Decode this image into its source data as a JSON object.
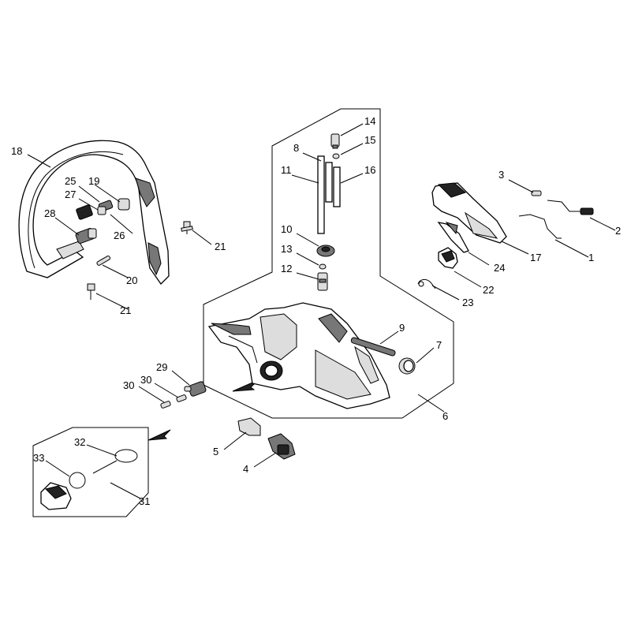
{
  "callouts": [
    {
      "id": "c1",
      "text": "1"
    },
    {
      "id": "c2",
      "text": "2"
    },
    {
      "id": "c3",
      "text": "3"
    },
    {
      "id": "c4",
      "text": "4"
    },
    {
      "id": "c5",
      "text": "5"
    },
    {
      "id": "c6",
      "text": "6"
    },
    {
      "id": "c7",
      "text": "7"
    },
    {
      "id": "c8",
      "text": "8"
    },
    {
      "id": "c9",
      "text": "9"
    },
    {
      "id": "c10",
      "text": "10"
    },
    {
      "id": "c11",
      "text": "11"
    },
    {
      "id": "c12",
      "text": "12"
    },
    {
      "id": "c13",
      "text": "13"
    },
    {
      "id": "c14",
      "text": "14"
    },
    {
      "id": "c15",
      "text": "15"
    },
    {
      "id": "c16",
      "text": "16"
    },
    {
      "id": "c17",
      "text": "17"
    },
    {
      "id": "c18",
      "text": "18"
    },
    {
      "id": "c19",
      "text": "19"
    },
    {
      "id": "c20",
      "text": "20"
    },
    {
      "id": "c21a",
      "text": "21"
    },
    {
      "id": "c21b",
      "text": "21"
    },
    {
      "id": "c22",
      "text": "22"
    },
    {
      "id": "c23",
      "text": "23"
    },
    {
      "id": "c24",
      "text": "24"
    },
    {
      "id": "c25",
      "text": "25"
    },
    {
      "id": "c26",
      "text": "26"
    },
    {
      "id": "c27",
      "text": "27"
    },
    {
      "id": "c28",
      "text": "28"
    },
    {
      "id": "c29",
      "text": "29"
    },
    {
      "id": "c30a",
      "text": "30"
    },
    {
      "id": "c30b",
      "text": "30"
    },
    {
      "id": "c31",
      "text": "31"
    },
    {
      "id": "c32",
      "text": "32"
    },
    {
      "id": "c33",
      "text": "33"
    }
  ]
}
